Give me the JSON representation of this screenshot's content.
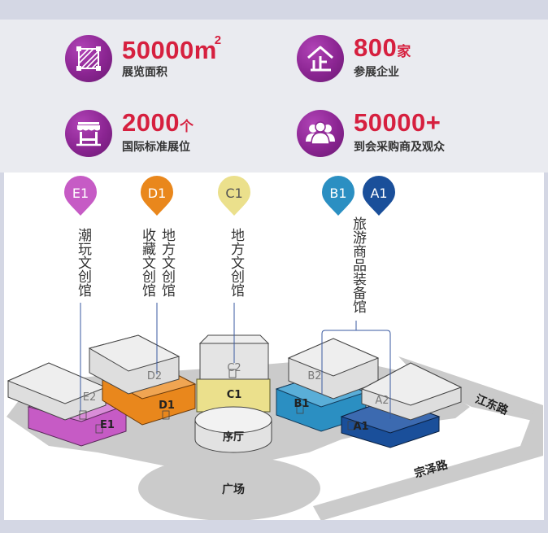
{
  "stats": [
    {
      "value": "50000",
      "unit": "m",
      "unit_sup": "2",
      "label": "展览面积",
      "icon": "area-frame-icon"
    },
    {
      "value": "800",
      "unit": "家",
      "label": "参展企业",
      "icon": "enterprise-icon"
    },
    {
      "value": "2000",
      "unit": "个",
      "label": "国际标准展位",
      "icon": "booth-stall-icon"
    },
    {
      "value": "50000+",
      "unit": "",
      "label": "到会采购商及观众",
      "icon": "visitors-group-icon"
    }
  ],
  "halls": {
    "E1": {
      "pin": "E1",
      "name": "潮玩文创馆",
      "block_top": "E2",
      "block_bottom": "E1",
      "color": "#c65bc5"
    },
    "D1": {
      "pin": "D1",
      "name": "地方文创馆",
      "name2": "收藏文创馆",
      "block_top": "D2",
      "block_bottom": "D1",
      "color": "#e9871c"
    },
    "C1": {
      "pin": "C1",
      "name": "地方文创馆",
      "block_top": "C2",
      "block_bottom": "C1",
      "color": "#ebe08c"
    },
    "B1": {
      "pin": "B1",
      "block_top": "B2",
      "block_bottom": "B1",
      "color": "#2b8fc2"
    },
    "A1": {
      "pin": "A1",
      "block_top": "A2",
      "block_bottom": "A1",
      "color": "#1a4f9a"
    },
    "AB_name": "旅游商品装备馆"
  },
  "places": {
    "lobby": "序厅",
    "plaza": "广场",
    "road1": "江东路",
    "road2": "宗泽路"
  }
}
